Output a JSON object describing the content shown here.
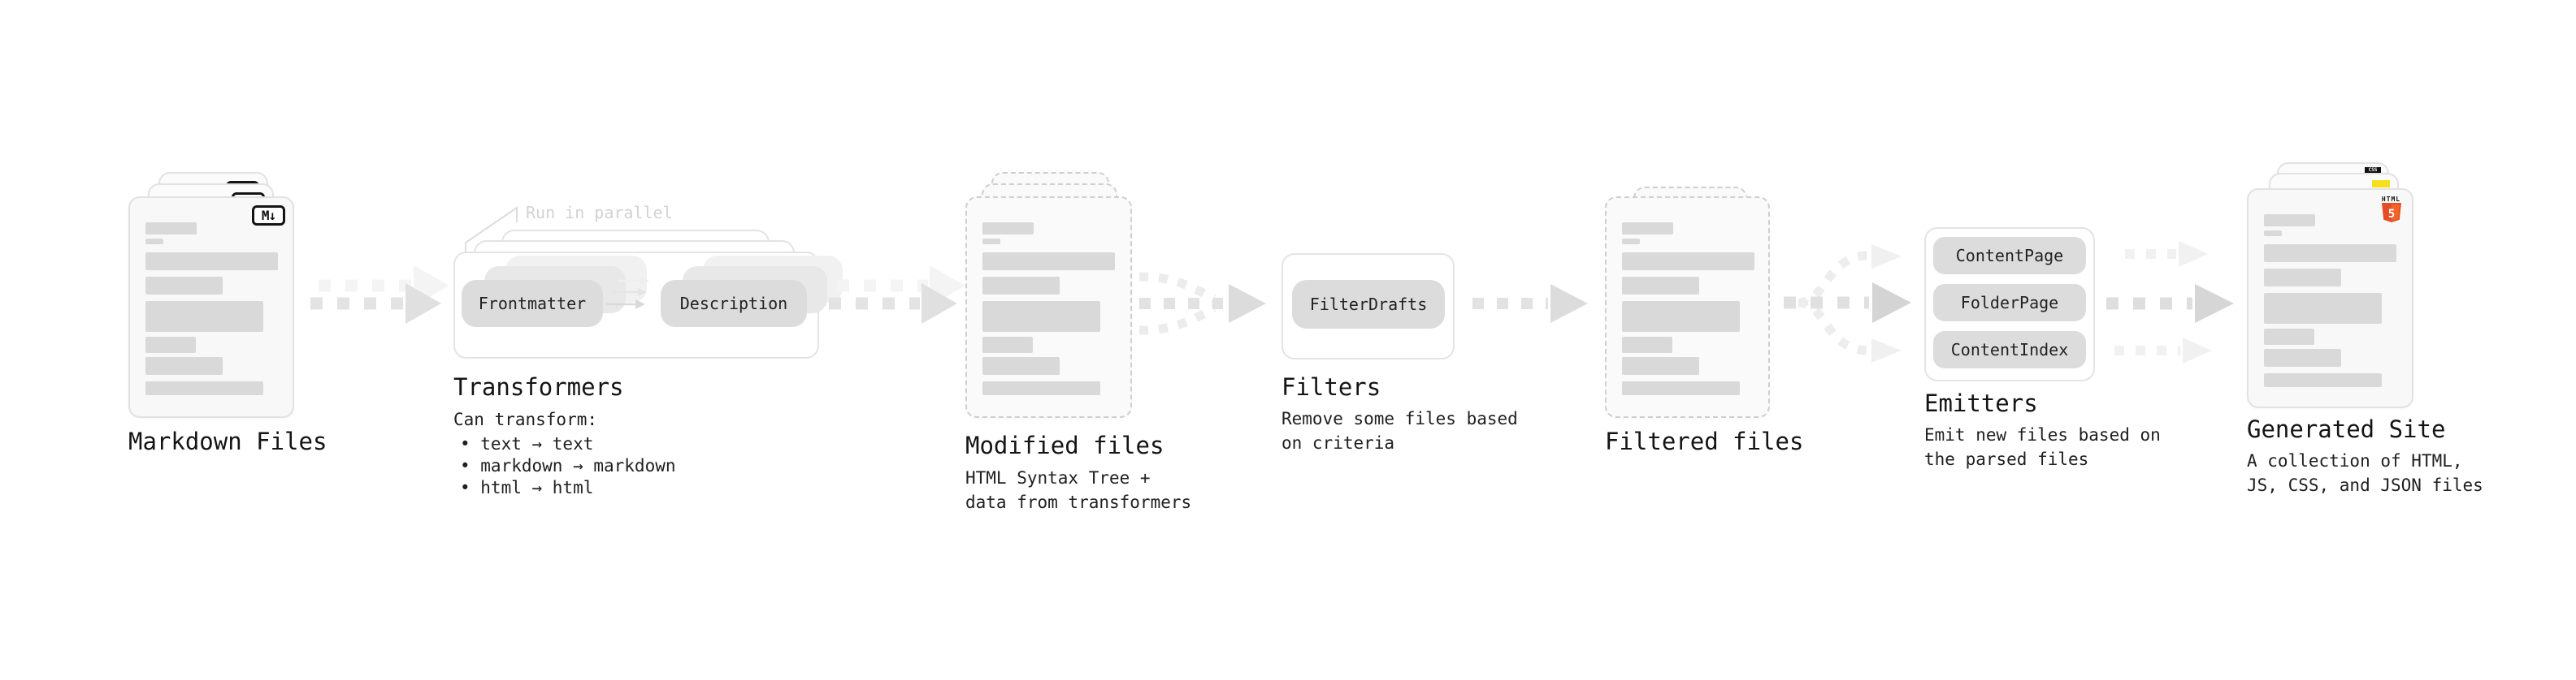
{
  "stages": {
    "markdown": {
      "label": "Markdown Files",
      "badge": "M↓"
    },
    "transformers": {
      "label": "Transformers",
      "note": "Run in parallel",
      "pill_frontmatter": "Frontmatter",
      "pill_description": "Description",
      "caption": "Can transform:",
      "bullet_1": "• text → text",
      "bullet_2": "• markdown → markdown",
      "bullet_3": "• html → html"
    },
    "modified": {
      "label": "Modified files",
      "subtitle_line1": "HTML Syntax Tree +",
      "subtitle_line2": "data from transformers"
    },
    "filters": {
      "label": "Filters",
      "pill": "FilterDrafts",
      "subtitle_line1": "Remove some files based",
      "subtitle_line2": "on criteria"
    },
    "filtered": {
      "label": "Filtered files"
    },
    "emitters": {
      "label": "Emitters",
      "pill_1": "ContentPage",
      "pill_2": "FolderPage",
      "pill_3": "ContentIndex",
      "subtitle_line1": "Emit new files based on",
      "subtitle_line2": "the parsed files"
    },
    "generated": {
      "label": "Generated Site",
      "subtitle_line1": "A collection of HTML,",
      "subtitle_line2": "JS, CSS, and JSON files",
      "badge_css_label": "CSS",
      "badge_html_label": "HTML",
      "badge_html_number": "5"
    }
  },
  "colors": {
    "html5_orange": "#e44d26",
    "html5_orange_light": "#f16529",
    "js_yellow": "#f7df1e",
    "css_blue": "#2965f1",
    "pill_gray": "#dcdcdc",
    "bar_gray": "#d9d9d9",
    "arrow_gray": "#e3e3e3",
    "note_gray": "#d2d2d2"
  }
}
